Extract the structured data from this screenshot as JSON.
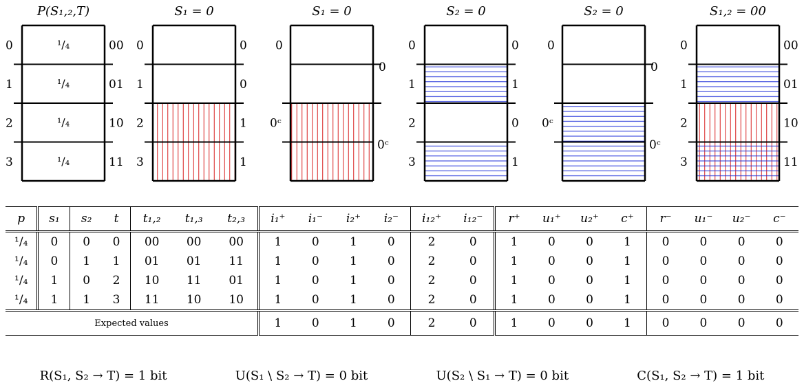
{
  "panels": [
    {
      "title": "P(S₁,₂,T)",
      "left": [
        "0",
        "1",
        "2",
        "3"
      ],
      "right": [
        "00",
        "01",
        "10",
        "11"
      ],
      "cells": [
        "¹/₄",
        "¹/₄",
        "¹/₄",
        "¹/₄"
      ],
      "pattern": "none"
    },
    {
      "title": "S₁ = 0",
      "left": [
        "0",
        "1",
        "2",
        "3"
      ],
      "right": [
        "0",
        "0",
        "1",
        "1"
      ],
      "pattern": "red-rows-2-3"
    },
    {
      "title": "S₁ = 0",
      "left": [
        "0",
        "0ᶜ"
      ],
      "right": [
        "0",
        "0ᶜ"
      ],
      "pattern": "red-block"
    },
    {
      "title": "S₂ = 0",
      "left": [
        "0",
        "1",
        "2",
        "3"
      ],
      "right": [
        "0",
        "1",
        "0",
        "1"
      ],
      "pattern": "blue-rows-1-3"
    },
    {
      "title": "S₂ = 0",
      "left": [
        "0",
        "0ᶜ"
      ],
      "right": [
        "0",
        "0ᶜ"
      ],
      "pattern": "blue-block"
    },
    {
      "title": "S₁,₂ = 00",
      "left": [
        "0",
        "1",
        "2",
        "3"
      ],
      "right": [
        "00",
        "01",
        "10",
        "11"
      ],
      "pattern": "mixed"
    }
  ],
  "table": {
    "headers": [
      "p",
      "s₁",
      "s₂",
      "t",
      "t₁,₂",
      "t₁,₃",
      "t₂,₃",
      "i₁⁺",
      "i₁⁻",
      "i₂⁺",
      "i₂⁻",
      "i₁₂⁺",
      "i₁₂⁻",
      "r⁺",
      "u₁⁺",
      "u₂⁺",
      "c⁺",
      "r⁻",
      "u₁⁻",
      "u₂⁻",
      "c⁻"
    ],
    "rows": [
      [
        "¹/₄",
        "0",
        "0",
        "0",
        "00",
        "00",
        "00",
        "1",
        "0",
        "1",
        "0",
        "2",
        "0",
        "1",
        "0",
        "0",
        "1",
        "0",
        "0",
        "0",
        "0"
      ],
      [
        "¹/₄",
        "0",
        "1",
        "1",
        "01",
        "01",
        "11",
        "1",
        "0",
        "1",
        "0",
        "2",
        "0",
        "1",
        "0",
        "0",
        "1",
        "0",
        "0",
        "0",
        "0"
      ],
      [
        "¹/₄",
        "1",
        "0",
        "2",
        "10",
        "11",
        "01",
        "1",
        "0",
        "1",
        "0",
        "2",
        "0",
        "1",
        "0",
        "0",
        "1",
        "0",
        "0",
        "0",
        "0"
      ],
      [
        "¹/₄",
        "1",
        "1",
        "3",
        "11",
        "10",
        "10",
        "1",
        "0",
        "1",
        "0",
        "2",
        "0",
        "1",
        "0",
        "0",
        "1",
        "0",
        "0",
        "0",
        "0"
      ]
    ],
    "expected_label": "Expected values",
    "expected": [
      "1",
      "0",
      "1",
      "0",
      "2",
      "0",
      "1",
      "0",
      "0",
      "1",
      "0",
      "0",
      "0",
      "0"
    ]
  },
  "measures": [
    "R(S₁, S₂ → T) = 1 bit",
    "U(S₁ \\ S₂ → T) = 0 bit",
    "U(S₂ \\ S₁ → T) = 0 bit",
    "C(S₁, S₂ → T) = 1 bit"
  ],
  "colors": {
    "red": "#d81f1f",
    "blue": "#1f2fd8",
    "ink": "#000000"
  }
}
